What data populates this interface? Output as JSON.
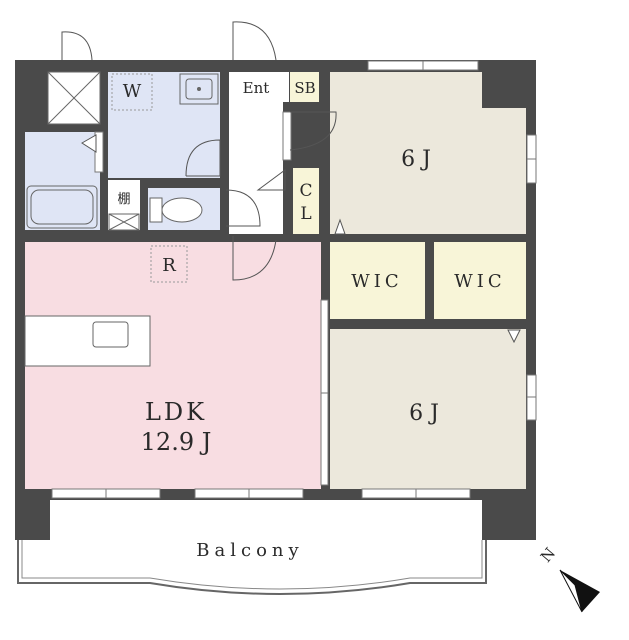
{
  "rooms": {
    "washer": "W",
    "entrance": "Ent",
    "shoe_box": "SB",
    "shelf": "棚",
    "closet": [
      "C",
      "L"
    ],
    "refrigerator": "R",
    "wic_left": "WIC",
    "wic_right": "WIC",
    "bedroom_top": "6 J",
    "bedroom_bottom": "6 J",
    "ldk_name": "LDK",
    "ldk_size": "12.9 J",
    "balcony": "Balcony"
  },
  "compass": {
    "label": "N",
    "icon": "north-arrow-icon"
  },
  "colors": {
    "wall": "#4a4a4a",
    "ldk_floor": "#f8dde2",
    "bedroom_floor": "#ece8dc",
    "wet_area_floor": "#dfe5f5",
    "storage_floor": "#f8f5d8",
    "hall_floor": "#ffffff"
  }
}
